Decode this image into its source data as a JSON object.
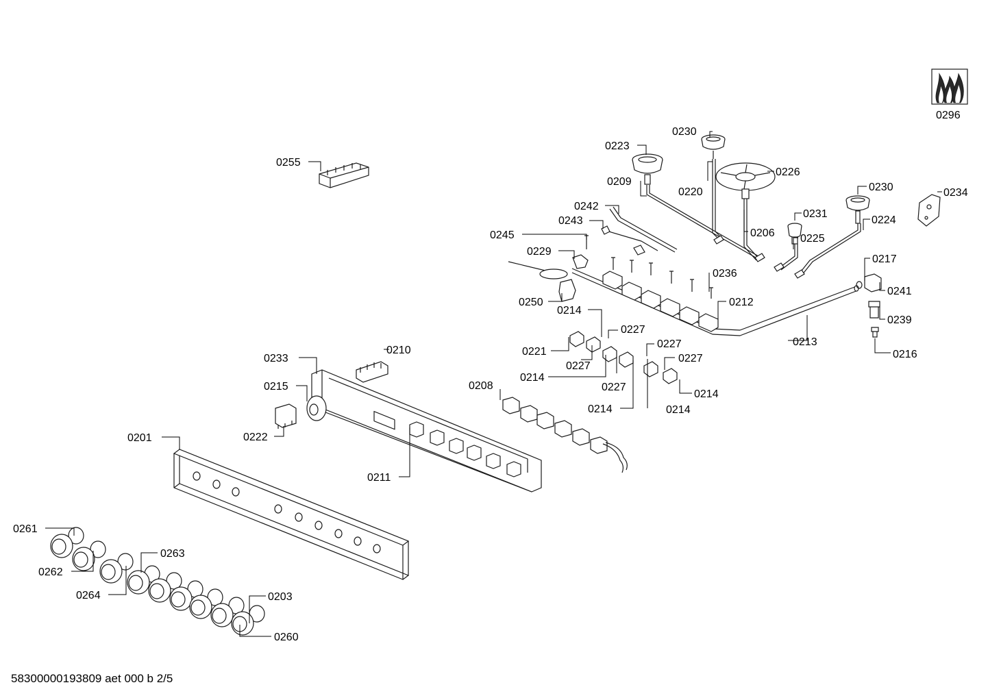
{
  "labels": [
    "0296",
    "0230",
    "0223",
    "0226",
    "0209",
    "0220",
    "0255",
    "0230",
    "0234",
    "0242",
    "0243",
    "0231",
    "0224",
    "0206",
    "0245",
    "0225",
    "0229",
    "0217",
    "0236",
    "0241",
    "0250",
    "0212",
    "0239",
    "0214",
    "0227",
    "0213",
    "0221",
    "0216",
    "0227",
    "0227",
    "0210",
    "0233",
    "0214",
    "0227",
    "0227",
    "0215",
    "0214",
    "0208",
    "0214",
    "0214",
    "0222",
    "0201",
    "0211",
    "0261",
    "0263",
    "0262",
    "0264",
    "0203",
    "0260"
  ],
  "footer": "58300000193809 aet 000 b 2/5",
  "icons": [
    "gas-flame-icon"
  ]
}
